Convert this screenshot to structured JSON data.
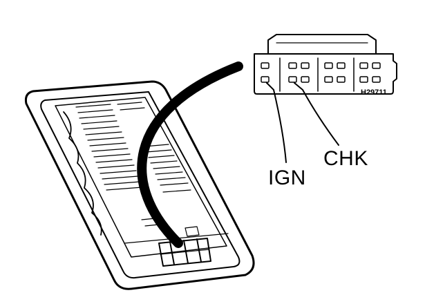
{
  "labels": {
    "ign": "IGN",
    "chk": "CHK",
    "figure_code": "H29711"
  },
  "colors": {
    "ink": "#000000",
    "paper": "#ffffff"
  }
}
